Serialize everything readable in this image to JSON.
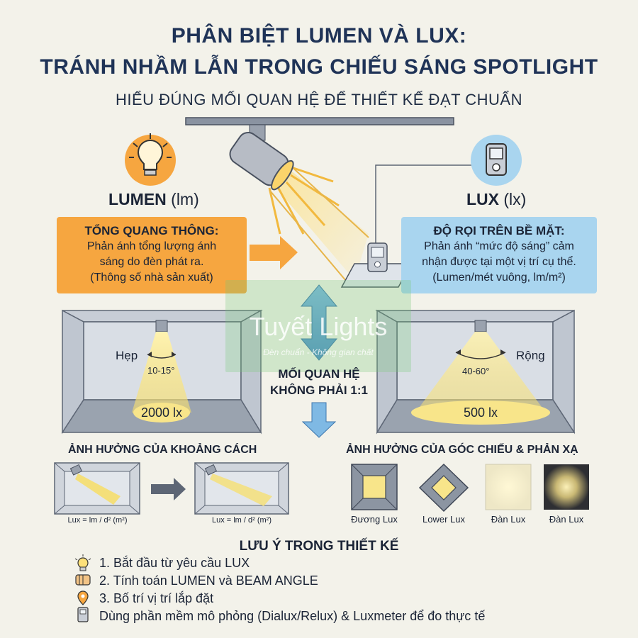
{
  "header": {
    "title_line1": "PHÂN BIỆT LUMEN VÀ LUX:",
    "title_line2": "TRÁNH NHẦM LẪN TRONG CHIẾU SÁNG SPOTLIGHT",
    "subtitle": "HIỂU ĐÚNG MỐI QUAN HỆ ĐỂ THIẾT KẾ ĐẠT CHUẨN"
  },
  "lumen": {
    "name": "LUMEN",
    "unit": "(lm)",
    "box_head": "TỔNG QUANG THÔNG:",
    "box_lines": [
      "Phản ánh tổng lượng ánh",
      "sáng do đèn phát ra.",
      "(Thông số nhà sản xuất)"
    ]
  },
  "lux": {
    "name": "LUX",
    "unit": "(lx)",
    "box_head": "ĐỘ RỌI TRÊN BỀ MẶT:",
    "box_lines": [
      "Phản ánh “mức độ sáng” cảm",
      "nhận được tại một vị trí cụ thể.",
      "(Lumen/mét vuông, lm/m²)"
    ]
  },
  "watermark": {
    "brand": "Tuyết Lights",
    "tagline": "Đèn chuẩn - Không gian chất"
  },
  "rooms": {
    "narrow_label": "Hẹp",
    "narrow_angle": "10-15°",
    "narrow_lux": "2000 lx",
    "wide_label": "Rộng",
    "wide_angle": "40-60°",
    "wide_lux": "500 lx"
  },
  "relation": {
    "line1": "MỐI QUAN HỆ",
    "line2": "KHÔNG PHẢI 1:1"
  },
  "distance": {
    "heading": "ẢNH HƯỞNG CỦA KHOẢNG CÁCH",
    "formula_left": "Lux = lm / d² (m²)",
    "formula_right": "Lux = lm / d² (m²)"
  },
  "angle": {
    "heading": "ẢNH HƯỞNG CỦA GÓC CHIẾU & PHẢN XẠ",
    "squares": [
      "Đương Lux",
      "Lower Lux",
      "Đàn Lux",
      "Đàn Lux"
    ]
  },
  "notes": {
    "heading": "LƯU Ý TRONG THIẾT KẾ",
    "items": [
      {
        "icon": "lightbulb-icon",
        "text": "1. Bắt đầu từ yêu cầu LUX"
      },
      {
        "icon": "hand-calculator-icon",
        "text": "2. Tính toán LUMEN và BEAM ANGLE"
      },
      {
        "icon": "map-pin-icon",
        "text": "3. Bố trí vị trí lắp đặt"
      },
      {
        "icon": "luxmeter-icon",
        "text": "Dùng phần mềm mô phỏng (Dialux/Relux) & Luxmeter để đo thực tế"
      }
    ]
  },
  "colors": {
    "orange": "#f6a640",
    "blue": "#a9d5ef",
    "navy": "#1f3357",
    "light_yellow": "#f7e9a0"
  }
}
